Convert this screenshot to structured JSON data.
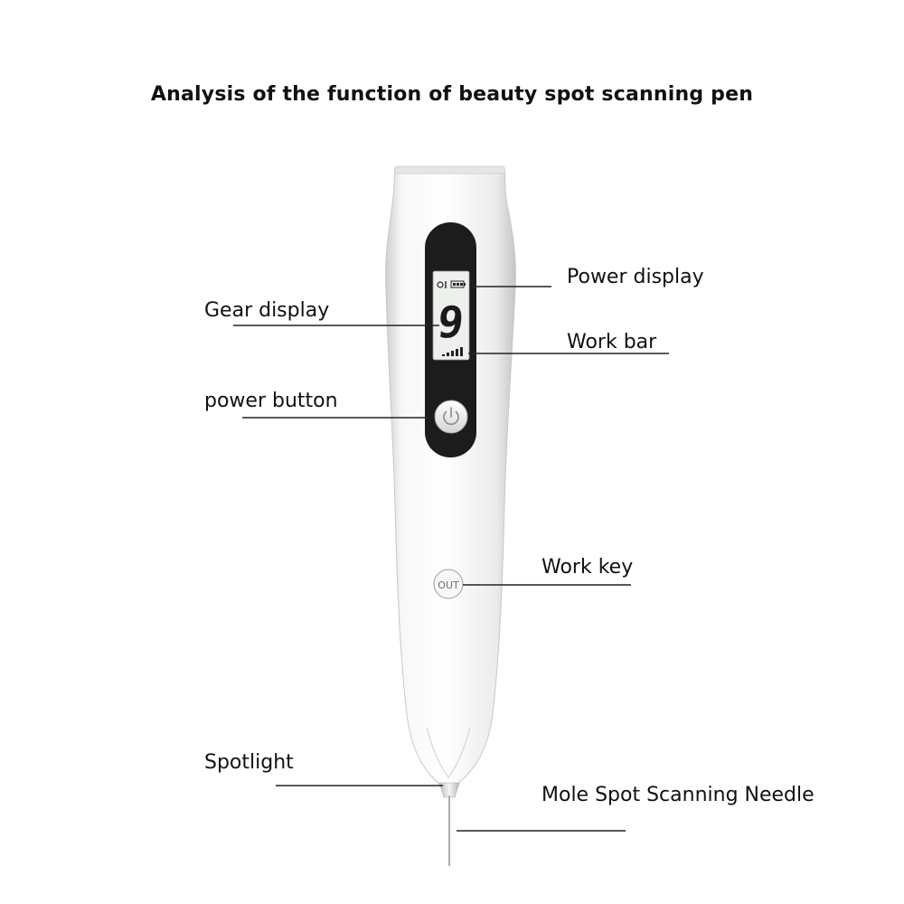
{
  "title": "Analysis of the function of beauty spot scanning pen",
  "device": {
    "gear_value": "9",
    "out_key_text": "OUT",
    "body_color": "#f1f1f1",
    "screen_color": "#1c1c1c",
    "lcd_color": "#eef0ee"
  },
  "labels": {
    "power_display": "Power display",
    "gear_display": "Gear display",
    "work_bar": "Work bar",
    "power_button": "power button",
    "work_key": "Work key",
    "spotlight": "Spotlight",
    "needle": "Mole Spot Scanning Needle"
  }
}
